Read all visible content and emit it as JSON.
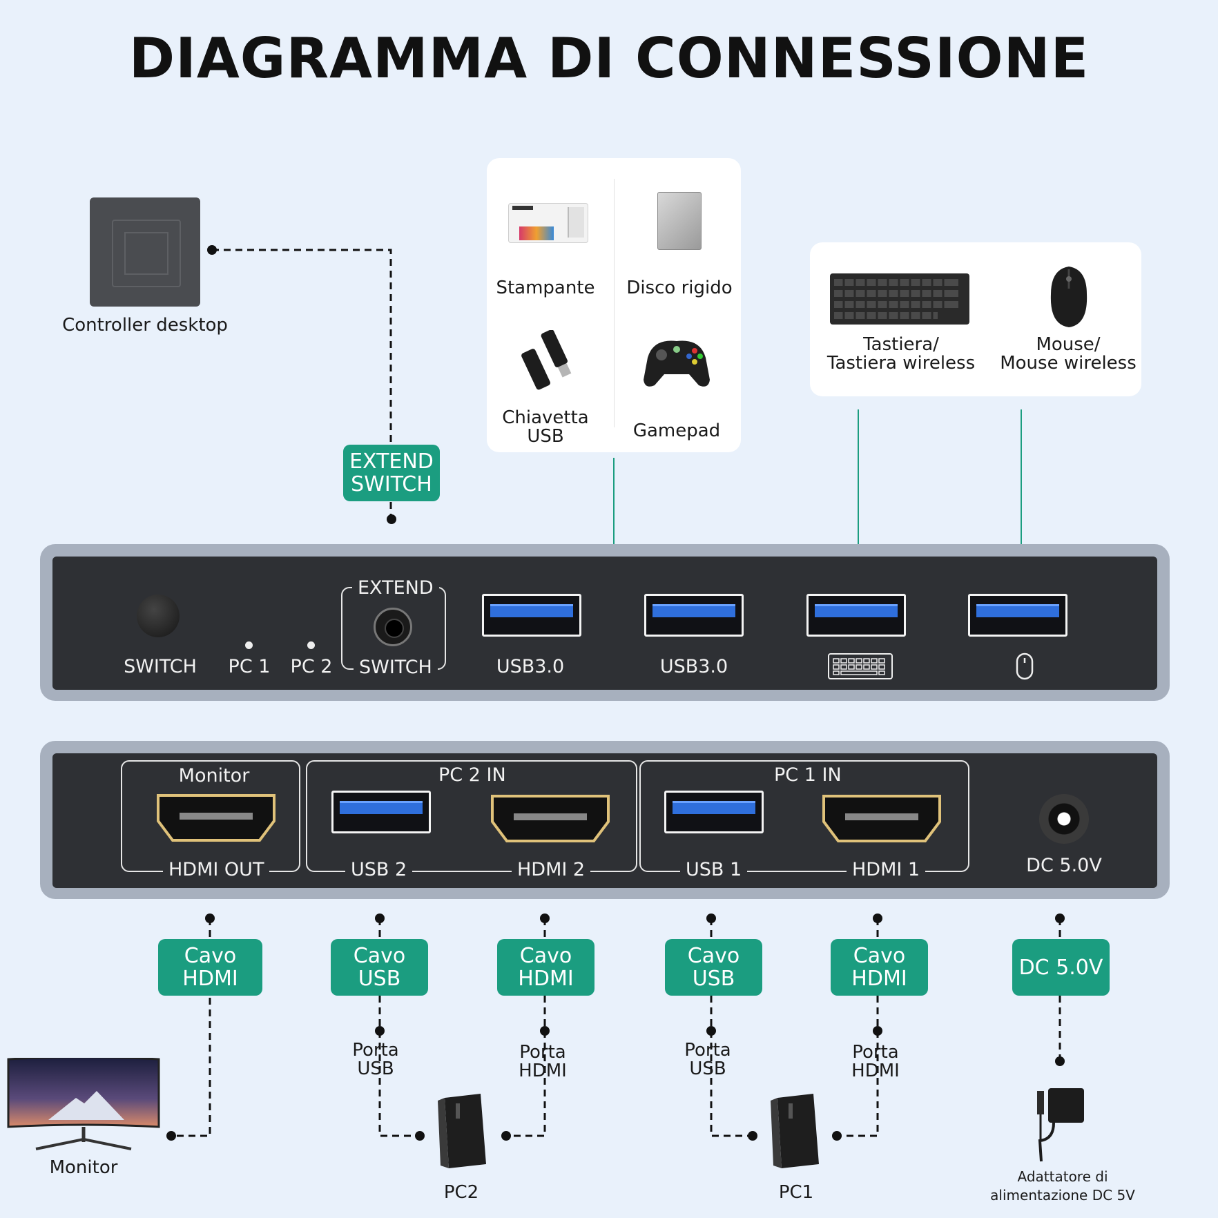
{
  "title": "DIAGRAMMA DI CONNESSIONE",
  "colors": {
    "background": "#e9f1fb",
    "badge": "#1b9d80",
    "panel_face": "#2e3034",
    "panel_frame": "#a7b0be",
    "connector_line": "#1b9d80"
  },
  "controller": {
    "label": "Controller desktop"
  },
  "extend_badge": "EXTEND\nSWITCH",
  "usb_devices": {
    "printer": "Stampante",
    "hdd": "Disco rigido",
    "usb_stick": "Chiavetta\nUSB",
    "gamepad": "Gamepad"
  },
  "input_devices": {
    "keyboard": "Tastiera/\nTastiera wireless",
    "mouse": "Mouse/\nMouse wireless"
  },
  "front_panel": {
    "switch_label": "SWITCH",
    "pc1": "PC 1",
    "pc2": "PC 2",
    "extend_top": "EXTEND",
    "extend_bottom": "SWITCH",
    "usb_a": "USB3.0",
    "usb_b": "USB3.0"
  },
  "rear_panel": {
    "monitor_group": "Monitor",
    "hdmi_out": "HDMI OUT",
    "pc2_in": "PC 2 IN",
    "usb2": "USB 2",
    "hdmi2": "HDMI 2",
    "pc1_in": "PC 1 IN",
    "usb1": "USB 1",
    "hdmi1": "HDMI 1",
    "dc": "DC 5.0V"
  },
  "cable_badges": {
    "hdmi_monitor": "Cavo\nHDMI",
    "usb_pc2": "Cavo\nUSB",
    "hdmi_pc2": "Cavo\nHDMI",
    "usb_pc1": "Cavo\nUSB",
    "hdmi_pc1": "Cavo\nHDMI",
    "dc": "DC 5.0V"
  },
  "port_labels": {
    "usb_pc2": "Porta\nUSB",
    "hdmi_pc2": "Porta\nHDMI",
    "usb_pc1": "Porta\nUSB",
    "hdmi_pc1": "Porta\nHDMI"
  },
  "endpoints": {
    "monitor": "Monitor",
    "pc2": "PC2",
    "pc1": "PC1",
    "adapter": "Adattatore di\nalimentazione DC 5V"
  }
}
